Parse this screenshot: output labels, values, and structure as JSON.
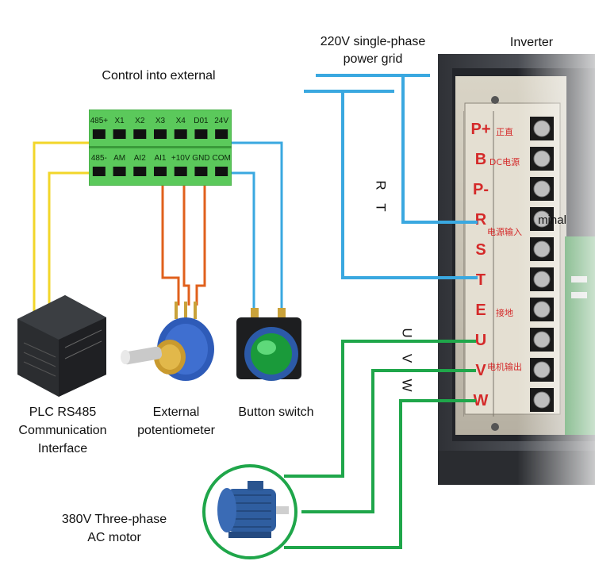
{
  "texts": {
    "control_title": "Control into external",
    "grid_line1": "220V single-phase",
    "grid_line2": "power grid",
    "inverter": "Inverter",
    "rt_r": "R",
    "rt_t": "T",
    "uvw_u": "U",
    "uvw_v": "V",
    "uvw_w": "W",
    "plc_line1": "PLC RS485",
    "plc_line2": "Communication",
    "plc_line3": "Interface",
    "pot_line1": "External",
    "pot_line2": "potentiometer",
    "button_switch": "Button switch",
    "motor_line1": "380V Three-phase",
    "motor_line2": "AC motor",
    "terminal_partial": "minal"
  },
  "terminal_block": {
    "top_row": [
      "485+",
      "X1",
      "X2",
      "X3",
      "X4",
      "D01",
      "24V"
    ],
    "bottom_row": [
      "485-",
      "AM",
      "AI2",
      "AI1",
      "+10V",
      "GND",
      "COM"
    ]
  },
  "inverter_terminals": {
    "letters": [
      "P+",
      "B",
      "P-",
      "R",
      "S",
      "T",
      "E",
      "U",
      "V",
      "W"
    ],
    "chinese": [
      "正直",
      "DC电源",
      "电源输入",
      "接地",
      "电机输出"
    ]
  },
  "colors": {
    "rs485_wire": "#f2d62a",
    "signal_wire": "#3aa8e0",
    "potentiometer_wire": "#e0601c",
    "motor_wire": "#1fa64a",
    "terminal_green": "#5bc95b",
    "inverter_red": "#d42a2a"
  }
}
